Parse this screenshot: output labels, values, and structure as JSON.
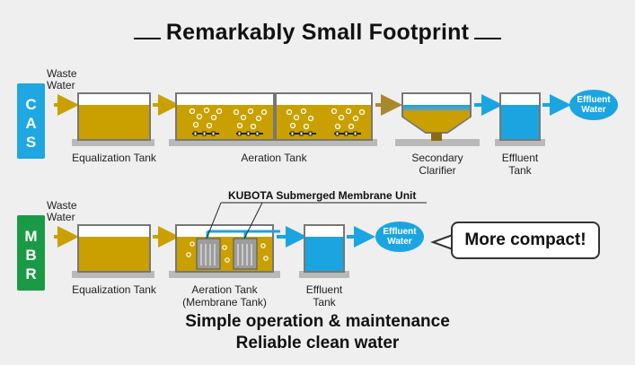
{
  "title": "Remarkably Small Footprint",
  "cas": {
    "badge": [
      "C",
      "A",
      "S"
    ],
    "waste_water": [
      "Waste",
      "Water"
    ],
    "tanks": [
      "Equalization Tank",
      "Aeration Tank",
      "Secondary Clarifier",
      "Effluent Tank"
    ],
    "effluent": [
      "Effluent",
      "Water"
    ]
  },
  "mbr": {
    "badge": [
      "M",
      "B",
      "R"
    ],
    "waste_water": [
      "Waste",
      "Water"
    ],
    "unit_label": "KUBOTA Submerged Membrane Unit",
    "tanks": [
      "Equalization Tank",
      "Aeration Tank",
      "(Membrane Tank)",
      "Effluent",
      "Tank"
    ],
    "effluent": [
      "Effluent",
      "Water"
    ],
    "callout": "More compact!"
  },
  "footer": [
    "Simple operation & maintenance",
    "Reliable clean water"
  ],
  "colors": {
    "cas_badge": "#1ea7e1",
    "mbr_badge": "#1b9a46",
    "sludge": "#c9a000",
    "clear_water": "#1aa5e0",
    "arrow_gold": "#c9a000",
    "arrow_blue": "#1aa5e0"
  }
}
